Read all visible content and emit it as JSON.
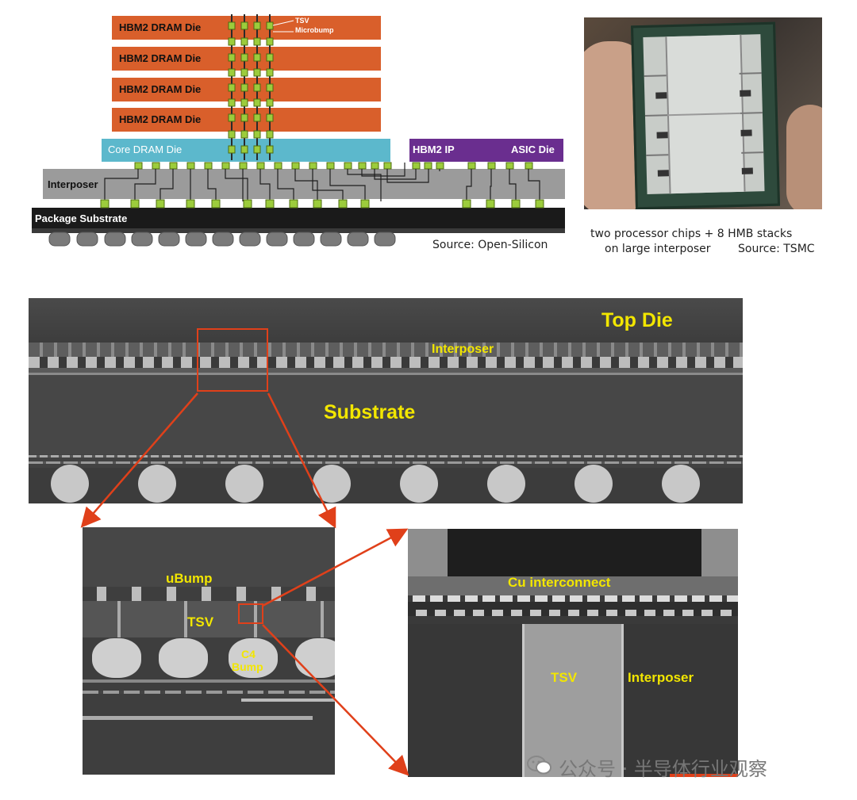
{
  "diagram": {
    "dram_die_label": "HBM2 DRAM Die",
    "dram_dies": 4,
    "tsv_label": "TSV",
    "microbump_label": "Microbump",
    "core_die_label": "Core DRAM Die",
    "hbm_ip_label": "HBM2 IP",
    "asic_label": "ASIC Die",
    "interposer_label": "Interposer",
    "substrate_label": "Package Substrate",
    "source": "Source:  Open-Silicon",
    "colors": {
      "dram": "#d95f2b",
      "core": "#5cb8cc",
      "asic": "#6a2e8f",
      "interposer": "#9b9b9b",
      "substrate": "#1a1a1a",
      "bump": "#9ccc3c"
    }
  },
  "photo": {
    "caption_line1": "two processor chips + 8 HMB stacks",
    "caption_line2": "on large interposer",
    "caption_source": "Source:  TSMC"
  },
  "cross_section": {
    "top_die": "Top Die",
    "interposer": "Interposer",
    "substrate": "Substrate"
  },
  "zoom1": {
    "ubump": "uBump",
    "tsv": "TSV",
    "c4_line1": "C4",
    "c4_line2": "Bump"
  },
  "zoom2": {
    "cu": "Cu interconnect",
    "tsv": "TSV",
    "interposer": "Interposer"
  },
  "watermark": "公众号 · 半导体行业观察"
}
